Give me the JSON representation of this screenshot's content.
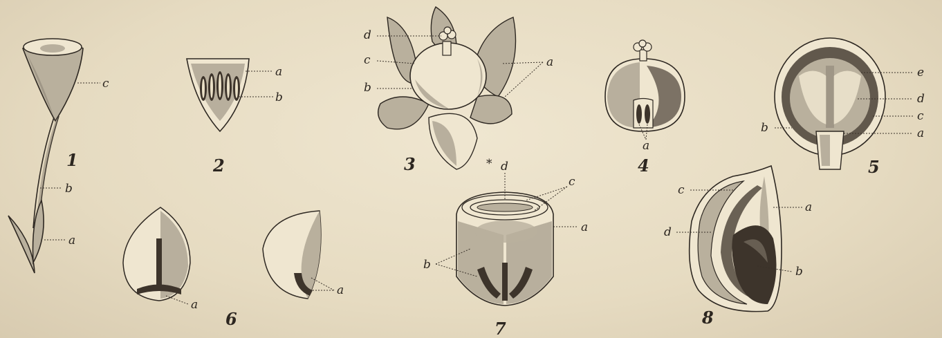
{
  "figures": [
    {
      "number": "1",
      "labels": [
        "c",
        "b",
        "a"
      ]
    },
    {
      "number": "2",
      "labels": [
        "a",
        "b"
      ]
    },
    {
      "number": "3",
      "labels": [
        "d",
        "c",
        "b",
        "a"
      ]
    },
    {
      "number": "4",
      "labels": [
        "a"
      ]
    },
    {
      "number": "5",
      "labels": [
        "e",
        "d",
        "c",
        "a",
        "b"
      ]
    },
    {
      "number": "6",
      "labels": [
        "a",
        "a"
      ]
    },
    {
      "number": "7",
      "labels": [
        "*",
        "d",
        "c",
        "a",
        "b"
      ]
    },
    {
      "number": "8",
      "labels": [
        "c",
        "a",
        "d",
        "b"
      ]
    }
  ],
  "colors": {
    "paper": "#e9dfc6",
    "ink": "#2e2822"
  }
}
